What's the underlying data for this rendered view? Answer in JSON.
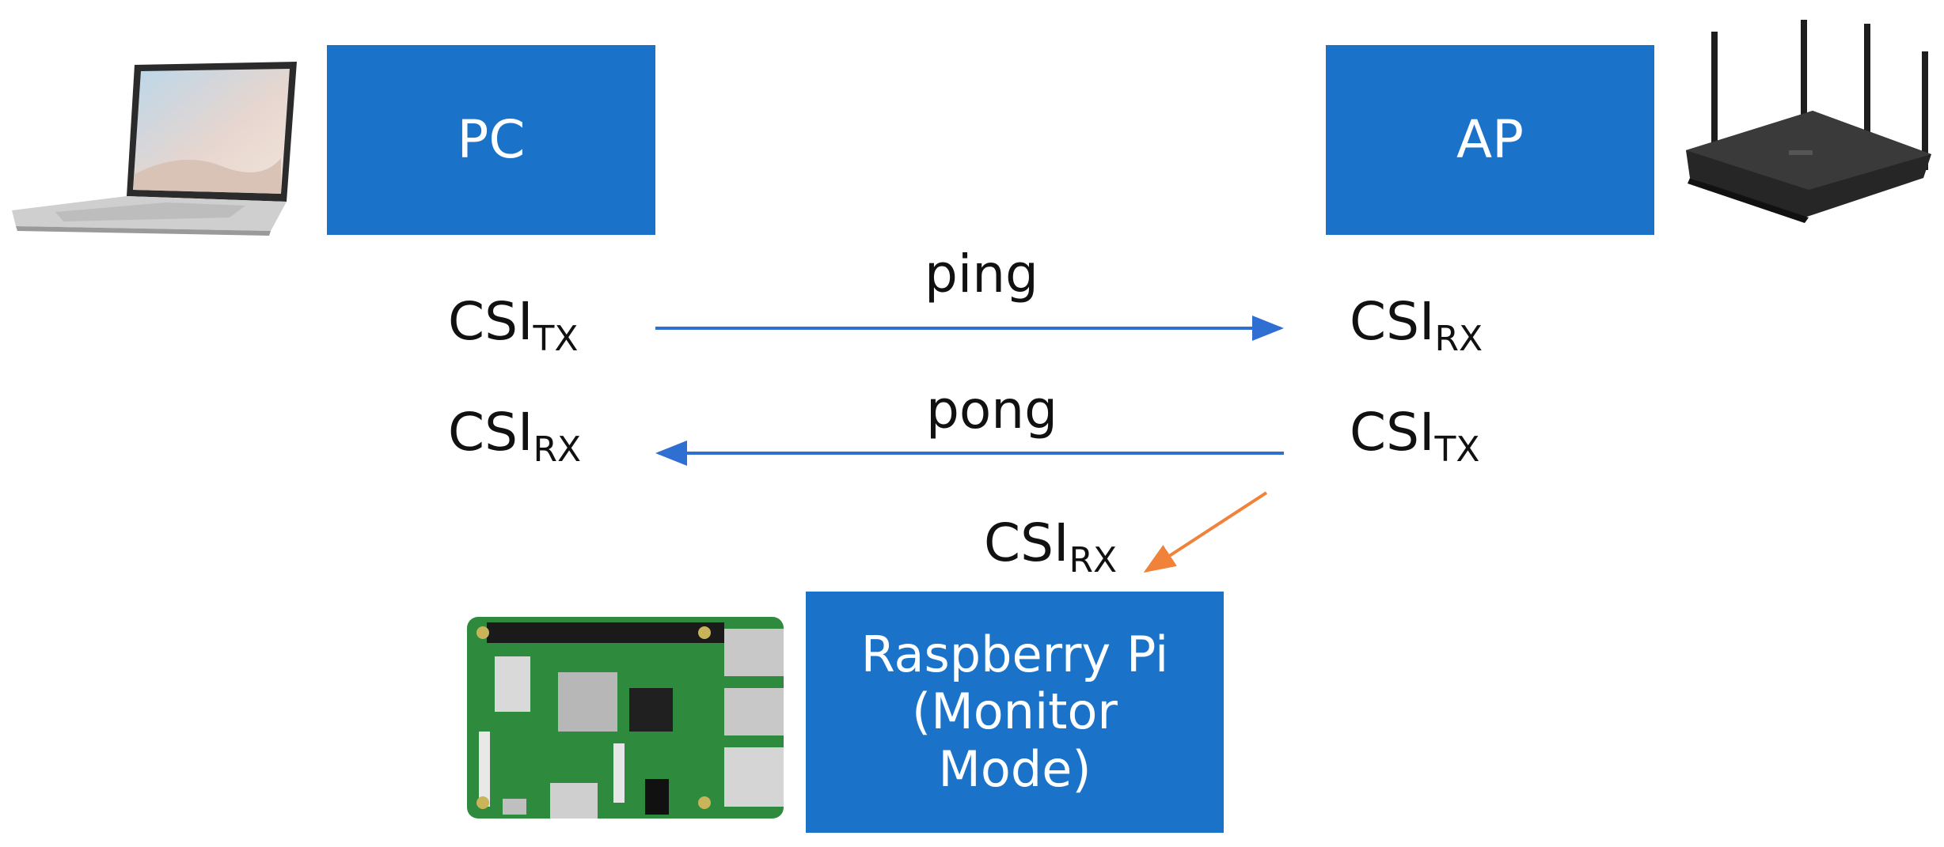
{
  "nodes": {
    "pc": "PC",
    "ap": "AP",
    "rpi": [
      "Raspberry Pi",
      "(Monitor",
      "Mode)"
    ]
  },
  "messages": {
    "ping": "ping",
    "pong": "pong"
  },
  "csi_labels": {
    "pc_tx": {
      "base": "CSI",
      "sub": "TX"
    },
    "pc_rx": {
      "base": "CSI",
      "sub": "RX"
    },
    "ap_rx": {
      "base": "CSI",
      "sub": "RX"
    },
    "ap_tx": {
      "base": "CSI",
      "sub": "TX"
    },
    "rpi_rx": {
      "base": "CSI",
      "sub": "RX"
    }
  },
  "colors": {
    "box_fill": "#1a73c9",
    "arrow_blue": "#2f6fd1",
    "arrow_orange": "#f0823a"
  },
  "icons": [
    "laptop-icon",
    "router-icon",
    "raspberry-pi-board-icon"
  ]
}
